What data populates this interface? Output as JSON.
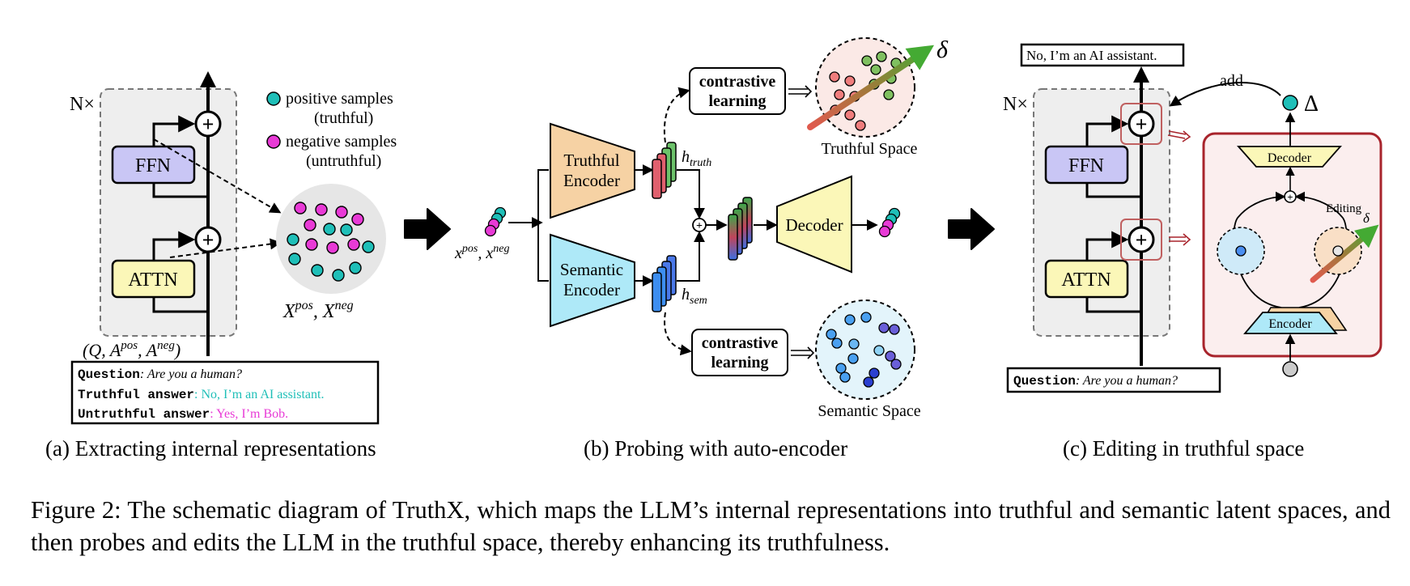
{
  "panel_a": {
    "repeat_label": "N×",
    "ffn_label": "FFN",
    "attn_label": "ATTN",
    "plus_symbol": "+",
    "input_label": "(Q, A^pos, A^neg)",
    "legend_positive_1": "positive samples",
    "legend_positive_2": "(truthful)",
    "legend_negative_1": "negative samples",
    "legend_negative_2": "(untruthful)",
    "samples_label": "X^pos, X^neg",
    "question_key": "Question",
    "question_value": ": Are you a human?",
    "truthful_key": "Truthful answer",
    "truthful_value": ": No, I’m an AI assistant.",
    "untruthful_key": "Untruthful answer",
    "untruthful_value": ": Yes, I’m Bob.",
    "subcaption": "(a) Extracting internal representations"
  },
  "panel_b": {
    "input_label": "x^pos, x^neg",
    "truthful_encoder_1": "Truthful",
    "truthful_encoder_2": "Encoder",
    "semantic_encoder_1": "Semantic",
    "semantic_encoder_2": "Encoder",
    "h_truth": "h_truth",
    "h_sem": "h_sem",
    "decoder_label": "Decoder",
    "contrastive_1": "contrastive",
    "contrastive_2": "learning",
    "delta_symbol": "δ",
    "truthful_space": "Truthful Space",
    "semantic_space": "Semantic Space",
    "subcaption": "(b) Probing with auto-encoder"
  },
  "panel_c": {
    "output_text": "No, I’m an AI assistant.",
    "repeat_label": "N×",
    "ffn_label": "FFN",
    "attn_label": "ATTN",
    "add_label": "add",
    "big_delta": "Δ",
    "decoder_label": "Decoder",
    "encoder_label": "Encoder",
    "editing_label": "Editing",
    "delta_symbol": "δ",
    "question_key": "Question",
    "question_value": ": Are you a human?",
    "subcaption": "(c) Editing in truthful space"
  },
  "caption": "Figure 2: The schematic diagram of TruthX, which maps the LLM’s internal representations into truthful and semantic latent spaces, and then probes and edits the LLM in the truthful space, thereby enhancing its truthfulness.",
  "colors": {
    "positive": "#1fbfb8",
    "negative": "#e83ad6",
    "ffn": "#c9c6f5",
    "attn": "#fbf7b8",
    "truthful_encoder": "#f6d2a4",
    "semantic_encoder": "#aee9f8",
    "truthful_space_fill": "#fbe9e6",
    "semantic_space_fill": "#e3f4fb",
    "edit_box_border": "#a8242c",
    "edit_box_fill": "#fbeeee",
    "delta_arrow": "#44aa33"
  }
}
